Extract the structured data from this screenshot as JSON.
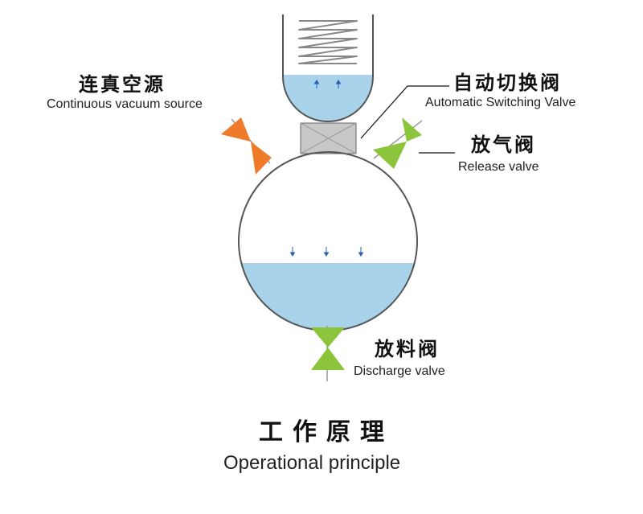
{
  "labels": {
    "vacuum_source": {
      "cn": "连真空源",
      "en": "Continuous vacuum source"
    },
    "switching_valve": {
      "cn": "自动切换阀",
      "en": "Automatic Switching Valve"
    },
    "release_valve": {
      "cn": "放气阀",
      "en": "Release valve"
    },
    "discharge_valve": {
      "cn": "放料阀",
      "en": "Discharge valve"
    }
  },
  "caption": {
    "cn": "工作原理",
    "en": "Operational principle"
  },
  "colors": {
    "liquid": "#a9d3ea",
    "vacuum_valve": "#ee7a2a",
    "green_valves": "#8cc43c",
    "switching_block": "#c8c8c8",
    "outline": "#555555"
  },
  "icons": {
    "vacuum_valve": "orange-valve-icon",
    "release_valve": "green-valve-icon",
    "discharge_valve": "green-valve-icon",
    "hopper_coil": "zigzag-coil-icon",
    "flow_arrows": "down-arrow-icon"
  }
}
